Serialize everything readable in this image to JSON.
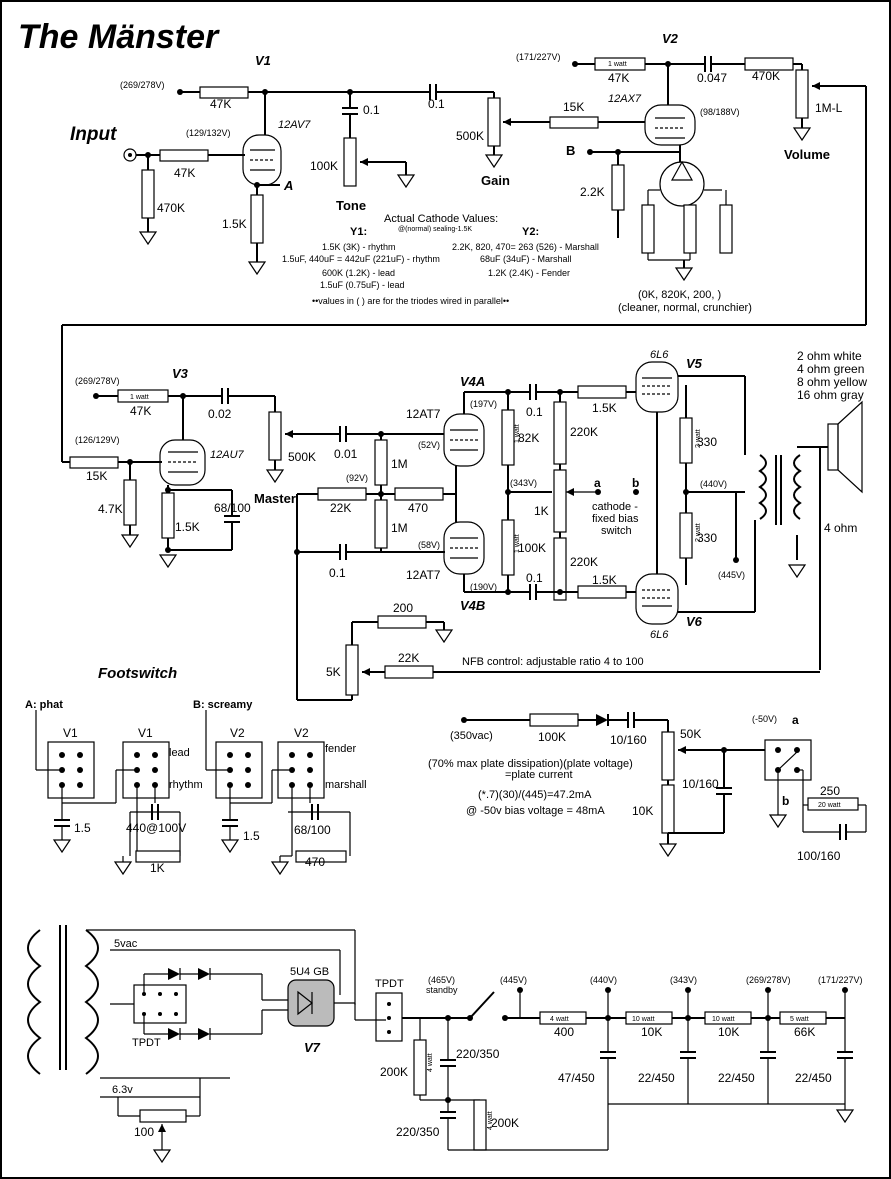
{
  "title": "The Mänster",
  "sections": {
    "input": "Input",
    "footswitch": "Footswitch"
  },
  "tubes": {
    "v1": {
      "label": "V1",
      "type": "12AV7"
    },
    "v2": {
      "label": "V2",
      "type": "12AX7"
    },
    "v3": {
      "label": "V3",
      "type": "12AU7"
    },
    "v4a": {
      "label": "V4A",
      "type": "12AT7"
    },
    "v4b": {
      "label": "V4B",
      "type": "12AT7"
    },
    "v5": {
      "label": "V5",
      "type": "6L6"
    },
    "v6": {
      "label": "V6",
      "type": "6L6"
    },
    "v7": {
      "label": "V7",
      "type": "5U4 GB"
    }
  },
  "voltages": {
    "v1_supply": "(269/278V)",
    "v1_plate": "(129/132V)",
    "v2_supply": "(171/227V)",
    "v2_plate": "(98/188V)",
    "v3_supply": "(269/278V)",
    "v3_plate": "(126/129V)",
    "v4a_plate": "(197V)",
    "v4a_cathode": "(52V)",
    "mid_92": "(92V)",
    "center_343": "(343V)",
    "v4b_cathode": "(58V)",
    "v4b_plate": "(190V)",
    "ot_440": "(440V)",
    "ot_445": "(445V)",
    "bias": "(-50V)",
    "bias_ac": "(350vac)",
    "ps_465": "(465V)",
    "ps_445": "(445V)",
    "ps_440": "(440V)",
    "ps_343": "(343V)",
    "ps_269": "(269/278V)",
    "ps_171": "(171/227V)"
  },
  "components": {
    "r47k": "47K",
    "r470k": "470K",
    "r1_5k": "1.5K",
    "c0_1": "0.1",
    "r100k": "100K",
    "tone": "Tone",
    "r500k": "500K",
    "gain": "Gain",
    "r15k": "15K",
    "c0_047": "0.047",
    "r1ml": "1M-L",
    "volume": "Volume",
    "r2_2k": "2.2K",
    "one_watt": "1 watt",
    "c0_02": "0.02",
    "master": "Master",
    "r4_7k": "4.7K",
    "c68_100": "68/100",
    "c0_01": "0.01",
    "r1m": "1M",
    "r22k": "22K",
    "r470": "470",
    "r82k": "82K",
    "r220k": "220K",
    "r1k": "1K",
    "r330": "330",
    "two_watt": "2 watt",
    "four_ohm": "4 ohm",
    "r200": "200",
    "r5k": "5K",
    "r10k": "10K",
    "r50k": "50K",
    "c10_160": "10/160",
    "r250": "250",
    "twenty_watt": "20 watt",
    "c100_160": "100/160",
    "c1_5": "1.5",
    "c440": "440@100V",
    "r200k": "200K",
    "c220_350": "220/350",
    "r400": "400",
    "c47_450": "47/450",
    "c22_450": "22/450",
    "r66k": "66K",
    "r100": "100",
    "four_watt": "4 watt",
    "ten_watt": "10 watt",
    "five_watt": "5 watt",
    "tpdt": "TPDT",
    "standby": "standby",
    "vac5": "5vac",
    "v63": "6.3v",
    "a": "A",
    "b": "B",
    "la": "a",
    "lb": "b"
  },
  "cathode_notes": {
    "heading": "Actual Cathode Values:",
    "sub": "@(normal) sealing-1.5K",
    "y1": "Y1:",
    "y2": "Y2:",
    "y1_lines": [
      "1.5K (3K) - rhythm",
      "1.5uF, 440uF = 442uF (221uF) - rhythm",
      "600K (1.2K) - lead",
      "1.5uF (0.75uF) - lead"
    ],
    "y2_lines": [
      "2.2K, 820, 470= 263 (526)  - Marshall",
      "68uF (34uF) - Marshall",
      "1.2K (2.4K) - Fender"
    ],
    "footnote": "••values in ( ) are for the triodes wired in parallel••"
  },
  "rotary": {
    "values": "(0K, 820K, 200, )",
    "desc": "(cleaner, normal, crunchier)"
  },
  "ot_taps": [
    "2  ohm  white",
    "4  ohm  green",
    "8  ohm  yellow",
    "16 ohm  gray"
  ],
  "bias_switch": "cathode -\nfixed bias\nswitch",
  "nfb": "NFB control: adjustable ratio 4 to 100",
  "bias_calc": [
    "(70% max plate dissipation)(plate voltage)",
    "=plate current",
    "(*.7)(30)/(445)=47.2mA",
    "@ -50v bias voltage = 48mA"
  ],
  "footswitch": {
    "a_label": "A: phat",
    "b_label": "B: screamy",
    "lead": "lead",
    "rhythm": "rhythm",
    "fender": "fender",
    "marshall": "marshall"
  }
}
